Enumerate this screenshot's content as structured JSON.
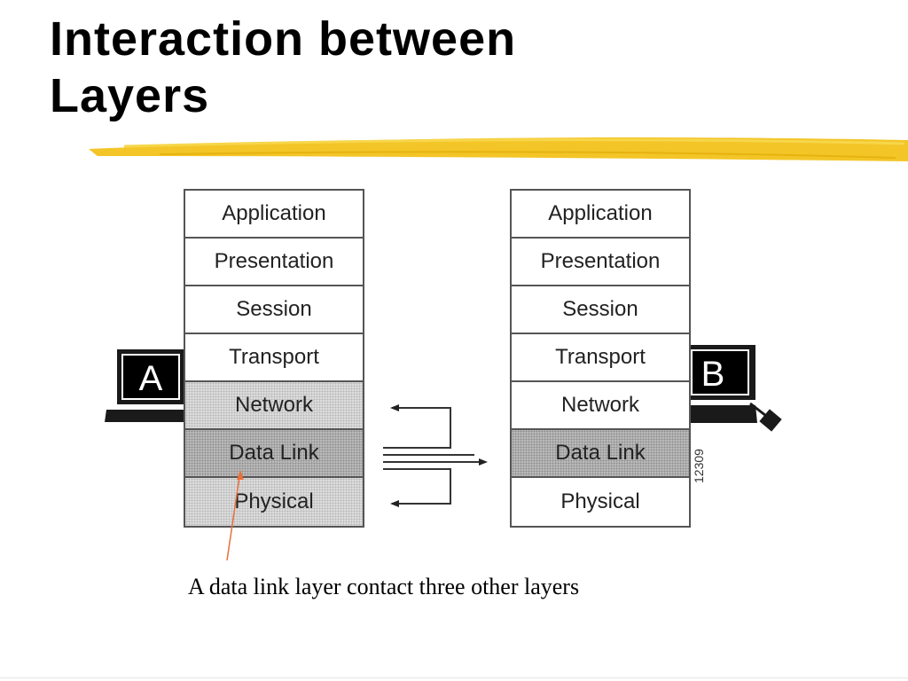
{
  "slide": {
    "title": "Interaction between\nLayers",
    "caption": "A data link layer contact three other layers",
    "figure_id": "12309"
  },
  "host_a": {
    "label": "A",
    "layers": [
      "Application",
      "Presentation",
      "Session",
      "Transport",
      "Network",
      "Data Link",
      "Physical"
    ]
  },
  "host_b": {
    "label": "B",
    "layers": [
      "Application",
      "Presentation",
      "Session",
      "Transport",
      "Network",
      "Data Link",
      "Physical"
    ]
  },
  "colors": {
    "title_underline": "#f2c21b",
    "annotation_line": "#e8703a",
    "shaded_light": "#dcdcdc",
    "shaded_dark": "#b9b9b9"
  }
}
